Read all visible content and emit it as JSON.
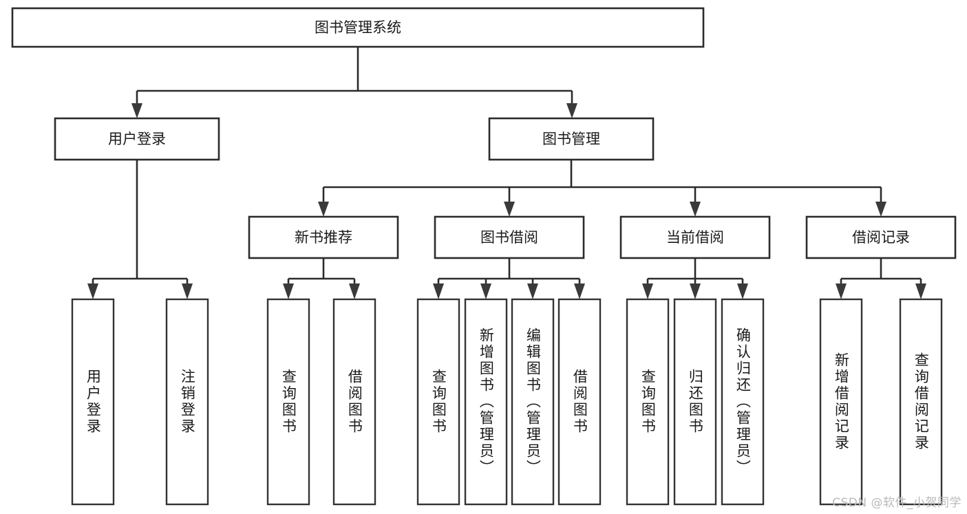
{
  "diagram": {
    "type": "tree",
    "title": "图书管理系统",
    "orientation": "top-down",
    "colors": {
      "box_stroke": "#2b2b2b",
      "box_fill": "#ffffff",
      "connector": "#2b2b2b",
      "text": "#1a1a1a",
      "watermark": "#b9b9b9",
      "background": "#ffffff"
    },
    "root": {
      "label": "图书管理系统"
    },
    "level2": [
      {
        "label": "用户登录"
      },
      {
        "label": "图书管理"
      }
    ],
    "level3": [
      {
        "label": "新书推荐"
      },
      {
        "label": "图书借阅"
      },
      {
        "label": "当前借阅"
      },
      {
        "label": "借阅记录"
      }
    ],
    "leaves_user_login": [
      {
        "label": "用户登录"
      },
      {
        "label": "注销登录"
      }
    ],
    "leaves_new_book": [
      {
        "label": "查询图书"
      },
      {
        "label": "借阅图书"
      }
    ],
    "leaves_borrow": [
      {
        "label": "查询图书"
      },
      {
        "label": "新增图书（管理员）"
      },
      {
        "label": "编辑图书（管理员）"
      },
      {
        "label": "借阅图书"
      }
    ],
    "leaves_current": [
      {
        "label": "查询图书"
      },
      {
        "label": "归还图书"
      },
      {
        "label": "确认归还（管理员）"
      }
    ],
    "leaves_records": [
      {
        "label": "新增借阅记录"
      },
      {
        "label": "查询借阅记录"
      }
    ]
  },
  "watermark": {
    "text": "CSDN @软件_小贺同学"
  }
}
